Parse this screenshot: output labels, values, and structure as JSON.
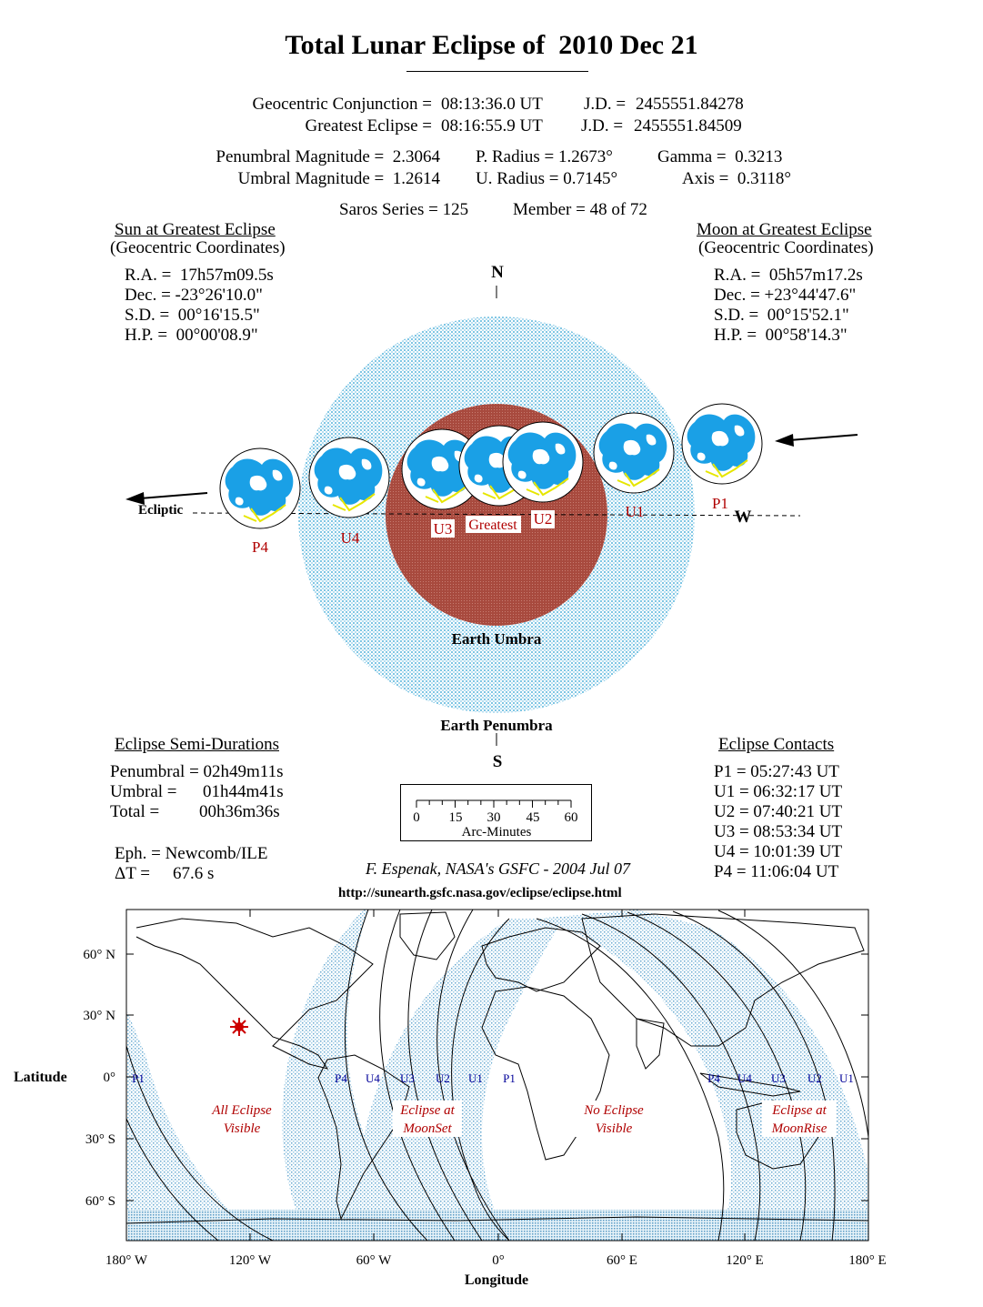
{
  "title": "Total Lunar Eclipse of  2010 Dec 21",
  "header": {
    "conj_label": "Geocentric Conjunction =",
    "conj_time": "08:13:36.0 UT",
    "conj_jd_label": "J.D. =",
    "conj_jd": "2455551.84278",
    "ge_label": "Greatest Eclipse =",
    "ge_time": "08:16:55.9 UT",
    "ge_jd_label": "J.D. =",
    "ge_jd": "2455551.84509",
    "pen_mag": "Penumbral Magnitude =  2.3064",
    "umb_mag": "Umbral Magnitude =  1.2614",
    "p_radius": "P. Radius = 1.2673°",
    "u_radius": "U. Radius = 0.7145°",
    "gamma": "Gamma =  0.3213",
    "axis": "Axis =  0.3118°",
    "saros": "Saros Series = 125",
    "member": "Member = 48 of 72"
  },
  "sun": {
    "heading": "Sun at Greatest Eclipse",
    "sub": "(Geocentric Coordinates)",
    "ra": "R.A. =  17h57m09.5s",
    "dec": "Dec. = -23°26'10.0\"",
    "sd": "S.D. =  00°16'15.5\"",
    "hp": "H.P. =  00°00'08.9\""
  },
  "moon": {
    "heading": "Moon at Greatest Eclipse",
    "sub": "(Geocentric Coordinates)",
    "ra": "R.A. =  05h57m17.2s",
    "dec": "Dec. = +23°44'47.6\"",
    "sd": "S.D. =  00°15'52.1\"",
    "hp": "H.P. =  00°58'14.3\""
  },
  "diagram": {
    "north": "N",
    "south": "S",
    "west": "W",
    "ecliptic": "Ecliptic",
    "umbra_label": "Earth Umbra",
    "penumbra_label": "Earth Penumbra",
    "moon_labels": [
      "P1",
      "U1",
      "U2",
      "Greatest",
      "U3",
      "U4",
      "P4"
    ],
    "colors": {
      "penumbra": "#9ed3ea",
      "umbra": "#a5463a",
      "moon_land": "#1aa0e6",
      "label_red": "#b00000"
    }
  },
  "semi_durations": {
    "heading": "Eclipse Semi-Durations",
    "penumbral": "Penumbral = 02h49m11s",
    "umbral_label": "Umbral =",
    "umbral": "01h44m41s",
    "total_label": "Total =",
    "total": "00h36m36s"
  },
  "scale": {
    "ticks": [
      "0",
      "15",
      "30",
      "45",
      "60"
    ],
    "label": "Arc-Minutes"
  },
  "contacts": {
    "heading": "Eclipse Contacts",
    "items": [
      "P1 = 05:27:43 UT",
      "U1 = 06:32:17 UT",
      "U2 = 07:40:21 UT",
      "U3 = 08:53:34 UT",
      "U4 = 10:01:39 UT",
      "P4 = 11:06:04 UT"
    ]
  },
  "eph": {
    "eph": "Eph. = Newcomb/ILE",
    "dt_label": "ΔT =",
    "dt": "67.6 s"
  },
  "credit": "F. Espenak, NASA's GSFC - 2004 Jul 07",
  "url": "http://sunearth.gsfc.nasa.gov/eclipse/eclipse.html",
  "map": {
    "lat_ticks": [
      "60° N",
      "30° N",
      "0°",
      "30° S",
      "60° S"
    ],
    "lon_ticks": [
      "180° W",
      "120° W",
      "60° W",
      "0°",
      "60° E",
      "120° E",
      "180° E"
    ],
    "xlabel": "Longitude",
    "ylabel": "Latitude",
    "left_contacts": [
      "P1"
    ],
    "mid_contacts": [
      "P4",
      "U4",
      "U3",
      "U2",
      "U1",
      "P1"
    ],
    "right_contacts": [
      "P4",
      "U4",
      "U3",
      "U2",
      "U1"
    ],
    "regions": {
      "all_1": "All Eclipse",
      "all_2": "Visible",
      "set_1": "Eclipse at",
      "set_2": "MoonSet",
      "none_1": "No Eclipse",
      "none_2": "Visible",
      "rise_1": "Eclipse at",
      "rise_2": "MoonRise"
    }
  }
}
